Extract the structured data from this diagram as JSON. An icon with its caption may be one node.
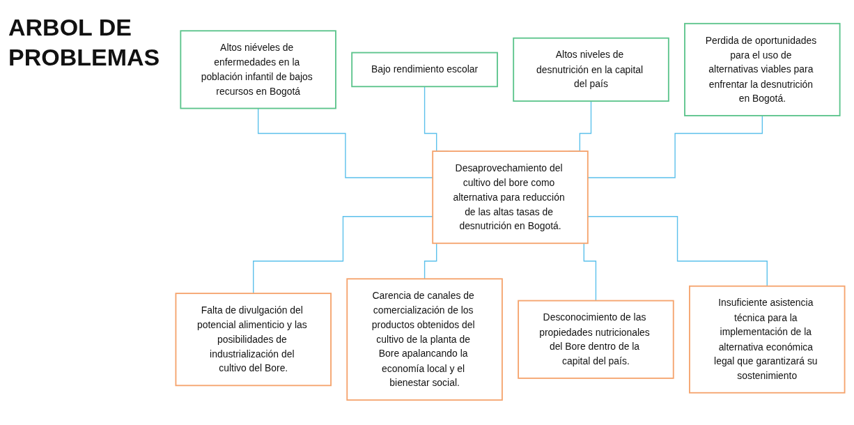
{
  "diagram": {
    "title": "ARBOL DE PROBLEMAS",
    "nodes": [
      {
        "text": [
          "Altos niéveles de enfermedades en la población infantil de bajos recursos en Bogotá"
        ]
      },
      {
        "text": [
          "Bajo rendimiento escolar"
        ]
      },
      {
        "text": [
          "Altos niveles de desnutrición en la capital del país"
        ]
      },
      {
        "text": [
          "Perdida de oportunidades para el uso de alternativas viables para enfrentar la desnutrición en Bogotá."
        ]
      },
      {
        "text": [
          "Desaprovechamiento del cultivo del bore como alternativa para reducción de las altas tasas de desnutrición en Bogotá."
        ]
      },
      {
        "text": [
          "Falta de divulgación del potencial alimenticio y las posibilidades de industrialización del cultivo del Bore."
        ]
      },
      {
        "text": [
          "Carencia de canales de comercialización de los productos obtenidos del cultivo de la planta de Bore apalancando la economía local y el bienestar social."
        ]
      },
      {
        "text": [
          "Desconocimiento de las propiedades nutricionales del Bore dentro de la capital del país."
        ]
      },
      {
        "text": [
          "Insuficiente asistencia técnica para la implementación de la alternativa económica legal que garantizará su sostenimiento"
        ]
      }
    ],
    "edges": [
      {
        "from": 0,
        "to": 4,
        "arrow": "none"
      },
      {
        "from": 1,
        "to": 4,
        "arrow": "none"
      },
      {
        "from": 2,
        "to": 4,
        "arrow": "none"
      },
      {
        "from": 3,
        "to": 4,
        "arrow": "none"
      },
      {
        "from": 4,
        "to": 5,
        "arrow": "none"
      },
      {
        "from": 4,
        "to": 6,
        "arrow": "none"
      },
      {
        "from": 4,
        "to": 7,
        "arrow": "none"
      },
      {
        "from": 4,
        "to": 8,
        "arrow": "none"
      }
    ]
  }
}
